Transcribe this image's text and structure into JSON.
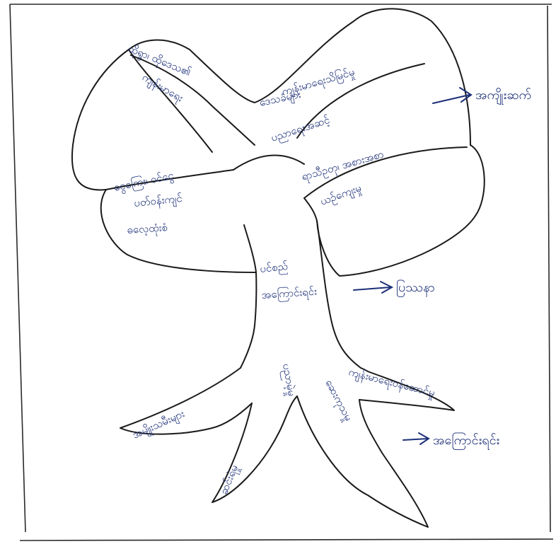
{
  "labels": {
    "top_left_1": "ထိုရွာ၊ ထိုဒေသ၏",
    "top_left_2": "ကျန်းမာရေး",
    "top_mid_1": "ဒေသခံများ",
    "top_mid_2": "ကျန်းမာရေးသိမြင်မှု",
    "top_mid_3": "ပညာရေးအဆင့်",
    "mid_right_1": "ရာသီဥတု၊ အစားအစာ",
    "mid_right_2": "ယဉ်ကျေးမှု",
    "mid_left_1": "ငွေကြေး၊ ဝင်ငွေ",
    "mid_left_2": "ပတ်ဝန်းကျင်",
    "mid_left_3": "ဓလေ့ထုံးစံ",
    "trunk_1": "ပင်စည်",
    "trunk_2": "အကြောင်းရင်း",
    "root_1": "အမျိုးသမီးများ",
    "root_2": "ဆင်းရဲမှု",
    "root_3": "ဆေးကုသမှု",
    "root_4": "ကျန်းမာရေးဝန်ဆောင်မှု",
    "root_5": "ပညာမဲ့မှု",
    "arrow_right_top": "အကျိုးဆက်",
    "arrow_right_mid": "ပြဿနာ",
    "arrow_right_bottom": "အကြောင်းရင်း"
  }
}
